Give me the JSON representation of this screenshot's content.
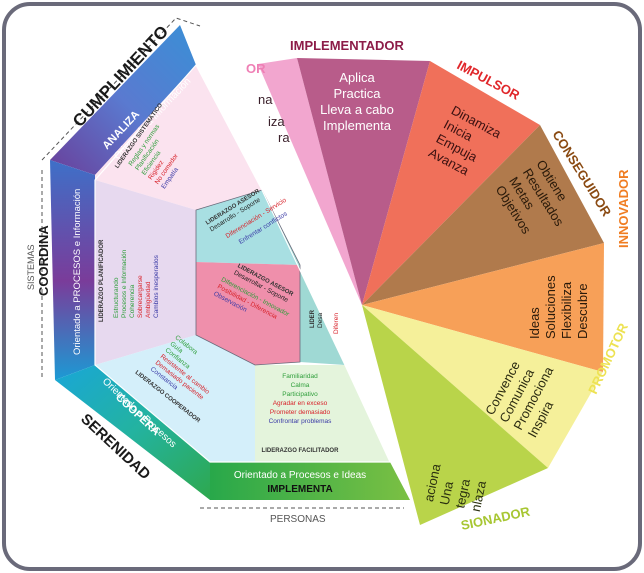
{
  "left_diagram": {
    "outer_labels": {
      "top_band": "CUMPLIMIENTO",
      "left_band": "COORDINA",
      "bottom_band": "SERENIDAD",
      "axis_left": "SISTEMAS",
      "axis_bottom": "PERSONAS"
    },
    "quadrants": {
      "analiza": {
        "title": "ANALIZA",
        "subtitle": "Orientado a Información",
        "style_name": "LIDERAZGO SISTEMÁTICO",
        "traits": [
          {
            "text": "Reglas y normas",
            "color": "#2e9e3a"
          },
          {
            "text": "Planificación",
            "color": "#2e9e3a"
          },
          {
            "text": "Eficiencia",
            "color": "#2e9e3a"
          },
          {
            "text": "Rigidez",
            "color": "#d8222a"
          },
          {
            "text": "No comedor",
            "color": "#d8222a"
          },
          {
            "text": "Empatía",
            "color": "#3a3aa6"
          }
        ]
      },
      "coordina": {
        "subtitle": "Orientado a PROCESOS e Información",
        "style_name": "LIDERAZGO PLANIFICADOR",
        "traits": [
          {
            "text": "Estructurando",
            "color": "#2e9e3a"
          },
          {
            "text": "Procesos e Información",
            "color": "#2e9e3a"
          },
          {
            "text": "Coherencia",
            "color": "#2e9e3a"
          },
          {
            "text": "Sobrecargarse",
            "color": "#d8222a"
          },
          {
            "text": "Ambigüedad",
            "color": "#d8222a"
          },
          {
            "text": "Cambios inesperados",
            "color": "#3a3aa6"
          }
        ]
      },
      "coopera": {
        "title": "COOPERA",
        "subtitle": "Orientado a Procesos",
        "style_name": "LIDERAZGO COOPERADOR",
        "traits": [
          {
            "text": "Colabora",
            "color": "#2e9e3a"
          },
          {
            "text": "Guía",
            "color": "#2e9e3a"
          },
          {
            "text": "Confianza",
            "color": "#2e9e3a"
          },
          {
            "text": "Resistente al cambio",
            "color": "#d8222a"
          },
          {
            "text": "Demasiado paciente",
            "color": "#d8222a"
          },
          {
            "text": "Constancia",
            "color": "#3a3aa6"
          }
        ]
      },
      "implementa": {
        "title": "IMPLEMENTA",
        "subtitle": "Orientado a Procesos e Ideas",
        "style_name": "LIDERAZGO FACILITADOR",
        "traits": [
          {
            "text": "Familiaridad",
            "color": "#2e9e3a"
          },
          {
            "text": "Calma",
            "color": "#2e9e3a"
          },
          {
            "text": "Participativo",
            "color": "#2e9e3a"
          },
          {
            "text": "Agradar en exceso",
            "color": "#d8222a"
          },
          {
            "text": "Prometer demasiado",
            "color": "#d8222a"
          },
          {
            "text": "Confrontar problemas",
            "color": "#3a3aa6"
          }
        ]
      },
      "asesor_top": {
        "style_name": "LIDERAZGO ASESOR",
        "line": "Desarrollo - Soporte",
        "traits": [
          {
            "text": "Diferenciación - Servicio",
            "color": "#d8222a"
          },
          {
            "text": "Enfrentar conflictos",
            "color": "#3a3aa6"
          }
        ]
      },
      "asesor_mid": {
        "style_name": "LIDERAZGO ASESOR",
        "line": "Desarrollar - Soporte",
        "traits": [
          {
            "text": "Diferenciación - Innovador",
            "color": "#2e9e3a"
          },
          {
            "text": "Posibilidad - Diferencia",
            "color": "#d8222a"
          },
          {
            "text": "Observación",
            "color": "#3a3aa6"
          }
        ]
      },
      "right_partial": {
        "style_name": "LIDER",
        "line": "Desa",
        "trait": "Diferen"
      }
    }
  },
  "right_diagram": {
    "segments": [
      {
        "title": "OR",
        "lines": [
          "na",
          "iza",
          "ra"
        ],
        "color": "#f2a6cf",
        "title_color": "#ef7fb5"
      },
      {
        "title": "IMPLEMENTADOR",
        "lines": [
          "Aplica",
          "Practica",
          "Lleva a cabo",
          "Implementa"
        ],
        "color": "#b85c8a",
        "title_color": "#8c1c48"
      },
      {
        "title": "IMPULSOR",
        "lines": [
          "Dinamiza",
          "Inicia",
          "Empuja",
          "Avanza"
        ],
        "color": "#f0705a",
        "title_color": "#e0262a"
      },
      {
        "title": "CONSEGUIDOR",
        "lines": [
          "Obtiene",
          "Resultados",
          "Metas",
          "Objetivos"
        ],
        "color": "#b07a4c",
        "title_color": "#8a4a12"
      },
      {
        "title": "INNOVADOR",
        "lines": [
          "Ideas",
          "Soluciones",
          "Flexibiliza",
          "Descubre"
        ],
        "color": "#f7a058",
        "title_color": "#f07d22"
      },
      {
        "title": "PROMOTOR",
        "lines": [
          "Convence",
          "Comunica",
          "Promociona",
          "Inspira"
        ],
        "color": "#f5f09a",
        "title_color": "#f0e040"
      },
      {
        "title": "SIONADOR",
        "lines": [
          "aciona",
          "Una",
          "tegra",
          "nlaza"
        ],
        "color": "#b9d44a",
        "title_color": "#a7c632"
      }
    ]
  }
}
